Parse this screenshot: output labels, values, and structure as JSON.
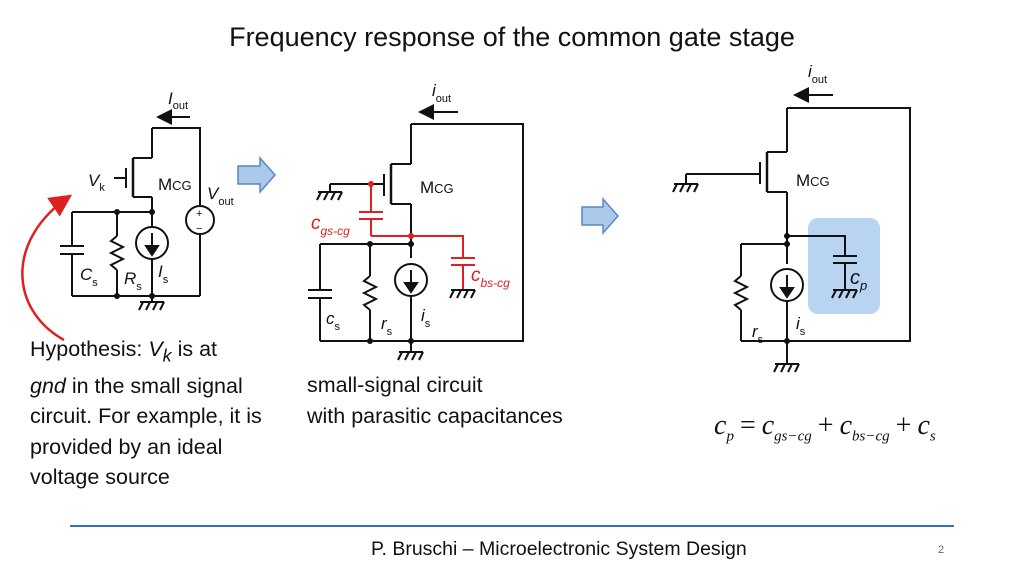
{
  "title": "Frequency response of the common gate stage",
  "labels": {
    "i": "i",
    "I": "I",
    "out": "out",
    "V": "V",
    "k": "k",
    "M": "M",
    "CG": "CG",
    "C": "C",
    "c": "c",
    "R": "R",
    "r": "r",
    "s": "s",
    "p": "p",
    "gs_cg": "gs-cg",
    "bs_cg": "bs-cg",
    "plus": "+",
    "minus": "−"
  },
  "hypothesis": {
    "prefix": "Hypothesis: ",
    "vk_V": "V",
    "vk_k": "k",
    "is_at": " is at",
    "gnd": "gnd",
    "rest": " in the small signal circuit. For example, it is provided by an ideal voltage source"
  },
  "caption": {
    "line1": "small-signal circuit",
    "line2": "with parasitic capacitances"
  },
  "equation": {
    "c": "c",
    "p": "p",
    "eq": "=",
    "gs": "gs−cg",
    "plus": "+",
    "bs": "bs−cg",
    "s": "s"
  },
  "footer": "P. Bruschi – Microelectronic System Design",
  "page_number": "2",
  "colors": {
    "parasitic_red": "#e02020",
    "arrow_fill": "#a9c8ea",
    "arrow_stroke": "#5b88c0",
    "highlight": "#b8d4f1",
    "footer_rule": "#2e75b6"
  }
}
